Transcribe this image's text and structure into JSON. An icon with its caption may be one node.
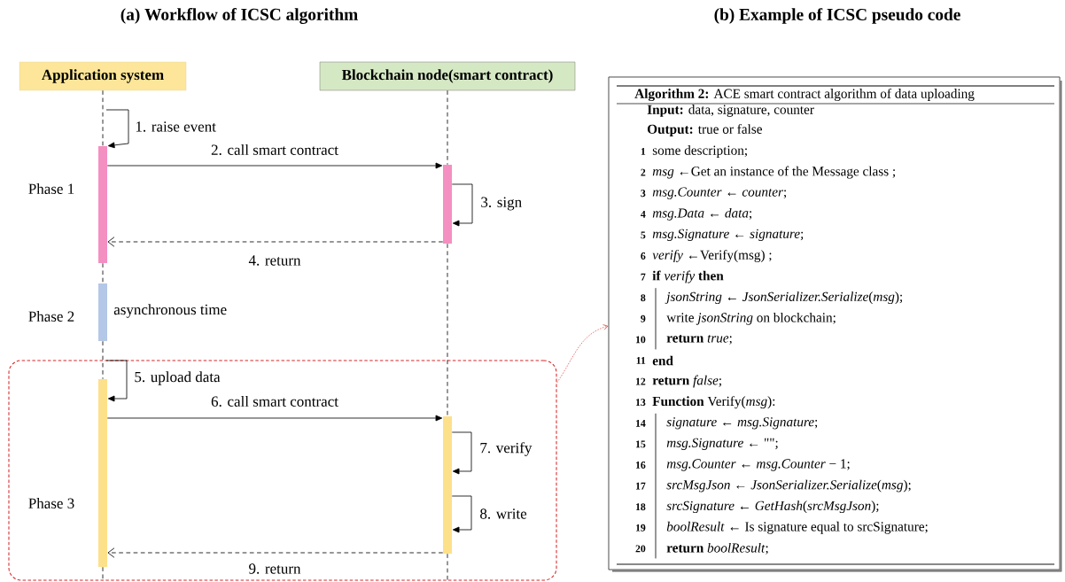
{
  "diagram": {
    "nodes": [
      {
        "text": [
          "Application system"
        ]
      },
      {
        "text": [
          "Blockchain node(smart contract)"
        ]
      },
      {
        "text": [],
        "shape": "bar",
        "beside": [
          "Phase 1"
        ]
      },
      {
        "text": [],
        "shape": "bar"
      },
      {
        "text": [],
        "shape": "bar",
        "beside": [
          "Phase 2",
          "asynchronous time"
        ]
      },
      {
        "text": [],
        "shape": "box"
      },
      {
        "text": [],
        "shape": "bar",
        "in": 5,
        "beside": [
          "Phase 3"
        ]
      },
      {
        "text": [],
        "shape": "bar",
        "in": 5
      },
      {
        "text": [
          "**Algorithm 2:** ACE smart contract algorithm of data uploading",
          "**Input:** data, signature, counter",
          "**Output:** true or false",
          "1",
          "some description;",
          "2",
          "*msg* ←Get an instance of the Message class ;",
          "3",
          "*msg.Counter* ← *counter*;",
          "4",
          "*msg.Data* ← *data*;",
          "5",
          "*msg.Signature* ← *signature*;",
          "6",
          "*verify* ←Verify(msg) ;",
          "7",
          "**if** *verify* **then**",
          "8",
          "*jsonString* ← *JsonSerializer.Serialize*(*msg*);",
          "9",
          "write *jsonString* on blockchain;",
          "10",
          "**return** *true*;",
          "11",
          "end",
          "12",
          "**return** *false*;",
          "13",
          "**Function** Verify(*msg*):",
          "14",
          "*signature* ← *msg.Signature*;",
          "15",
          "*msg.Signature* ← \"\";",
          "16",
          "*msg.Counter* ← *msg.Counter* − 1;",
          "17",
          "*srcMsgJson* ← *JsonSerializer.Serialize*(*msg*);",
          "18",
          "*srcSignature* ← *GetHash*(*srcMsgJson*);",
          "19",
          "*boolResult* ← Is signature equal to srcSignature;",
          "20",
          "**return** *boolResult*;"
        ]
      }
    ],
    "edges": [
      {
        "from": null,
        "to": 2,
        "arrow": "to",
        "label": "1. raise event"
      },
      {
        "from": 2,
        "to": 3,
        "arrow": "to",
        "label": "2. call smart contract"
      },
      {
        "from": 3,
        "to": 3,
        "arrow": "to",
        "label": "3. sign"
      },
      {
        "from": 3,
        "to": 2,
        "arrow": "to",
        "label": "4. return",
        "style": "dashed"
      },
      {
        "from": null,
        "to": 6,
        "arrow": "to",
        "label": "5. upload data"
      },
      {
        "from": 6,
        "to": 7,
        "arrow": "to",
        "label": "6. call smart contract"
      },
      {
        "from": 7,
        "to": 7,
        "arrow": "to",
        "label": "7. verify"
      },
      {
        "from": 7,
        "to": 7,
        "arrow": "to",
        "label": "8. write"
      },
      {
        "from": 7,
        "to": 6,
        "arrow": "to",
        "label": "9. return",
        "style": "dashed"
      },
      {
        "from": 5,
        "to": 8,
        "arrow": "to",
        "style": "dashed",
        "color": "#e03030"
      },
      {
        "from": 0,
        "to": 2,
        "arrow": "none",
        "style": "dashed"
      },
      {
        "from": 2,
        "to": 4,
        "arrow": "none",
        "style": "dashed"
      },
      {
        "from": 4,
        "to": 6,
        "arrow": "none",
        "style": "dashed"
      },
      {
        "from": 6,
        "to": 5,
        "arrow": "none",
        "style": "dashed"
      },
      {
        "from": 1,
        "to": 3,
        "arrow": "none",
        "style": "dashed"
      },
      {
        "from": 3,
        "to": 7,
        "arrow": "none",
        "style": "dashed"
      },
      {
        "from": 7,
        "to": 5,
        "arrow": "none",
        "style": "dashed"
      }
    ],
    "labels": [
      "(a) Workflow of ICSC algorithm",
      "(b) Example of ICSC pseudo code"
    ]
  }
}
